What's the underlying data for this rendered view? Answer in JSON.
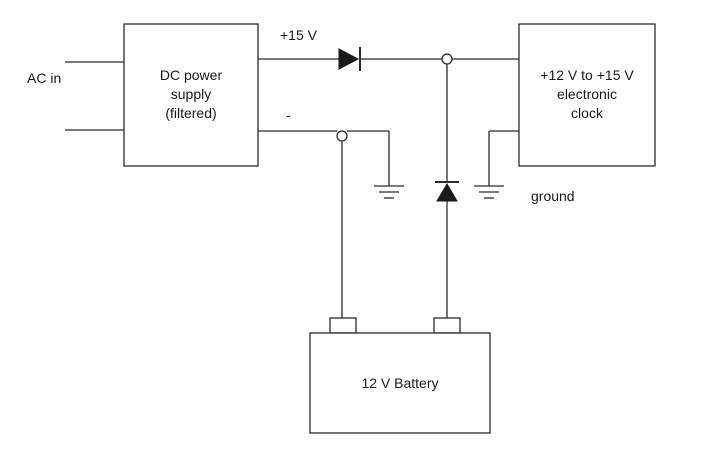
{
  "labels": {
    "ac_in": "AC in",
    "plus15": "+15 V",
    "minus": "-",
    "ground": "ground"
  },
  "power_supply": {
    "line1": "DC power",
    "line2": "supply",
    "line3": "(filtered)"
  },
  "clock": {
    "line1": "+12 V to +15 V",
    "line2": "electronic",
    "line3": "clock"
  },
  "battery": {
    "label": "12 V Battery"
  },
  "icons": {
    "diode": "diode-symbol",
    "ground": "ground-symbol",
    "node": "junction-dot"
  }
}
